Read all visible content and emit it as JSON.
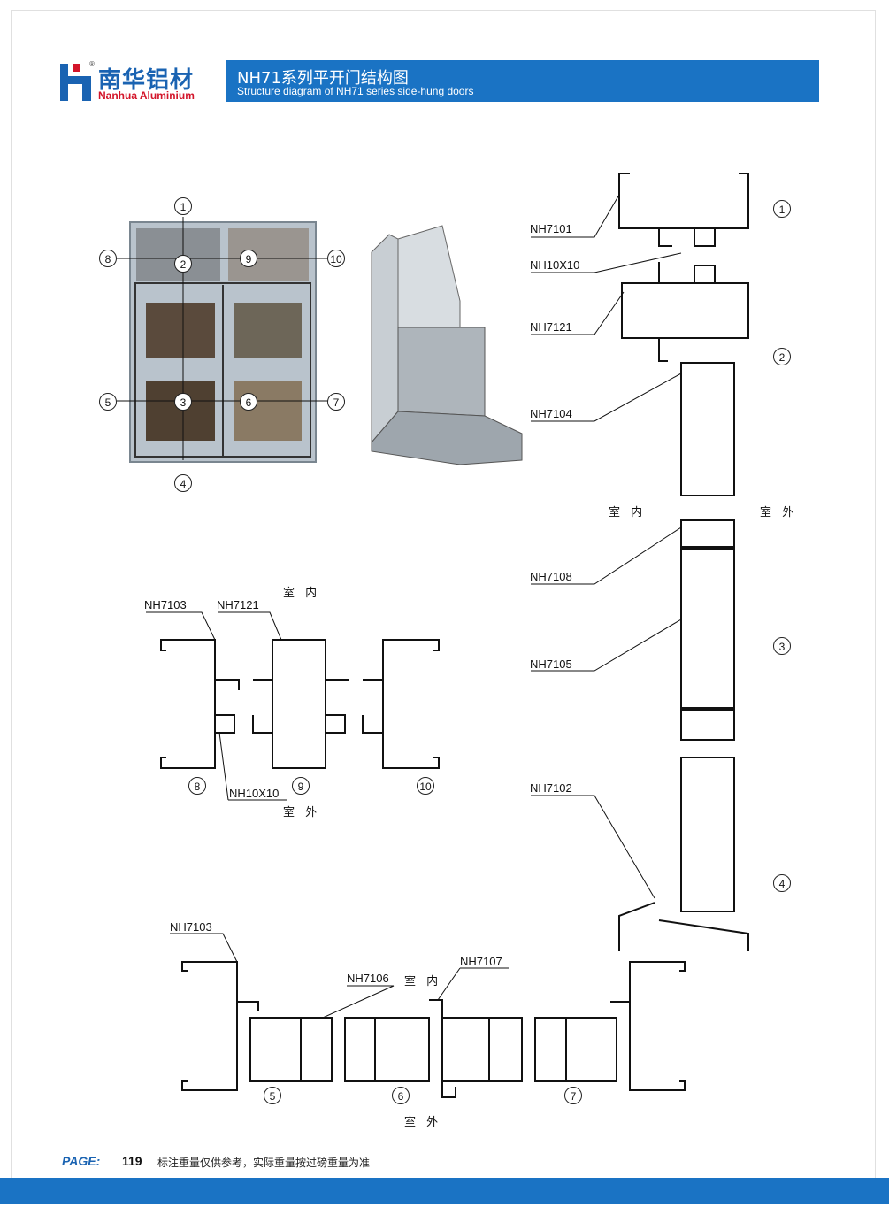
{
  "brand": {
    "name_cn": "南华铝材",
    "name_en": "Nanhua Aluminium",
    "reg_mark": "®",
    "colors": {
      "blue": "#1a73c4",
      "red": "#d3152a"
    }
  },
  "header": {
    "title_cn": "NH71系列平开门结构图",
    "title_en": "Structure diagram of NH71 series side-hung doors"
  },
  "door_diagram": {
    "callouts": [
      "1",
      "2",
      "3",
      "4",
      "5",
      "6",
      "7",
      "8",
      "9",
      "10"
    ]
  },
  "vertical_section": {
    "profiles": [
      "NH7101",
      "NH10X10",
      "NH7121",
      "NH7104",
      "NH7108",
      "NH7105",
      "NH7102"
    ],
    "callouts": [
      "1",
      "2",
      "3",
      "4"
    ],
    "indoor": "室 内",
    "outdoor": "室 外"
  },
  "horizontal_section_top": {
    "profiles": [
      "NH7103",
      "NH7121",
      "NH10X10"
    ],
    "callouts": [
      "8",
      "9",
      "10"
    ],
    "indoor": "室 内",
    "outdoor": "室 外"
  },
  "horizontal_section_bottom": {
    "profiles": [
      "NH7103",
      "NH7106",
      "NH7107"
    ],
    "callouts": [
      "5",
      "6",
      "7"
    ],
    "indoor": "室 内",
    "outdoor": "室 外"
  },
  "footer": {
    "page_word": "PAGE:",
    "page_number": "119",
    "note": "标注重量仅供参考，实际重量按过磅重量为准"
  }
}
